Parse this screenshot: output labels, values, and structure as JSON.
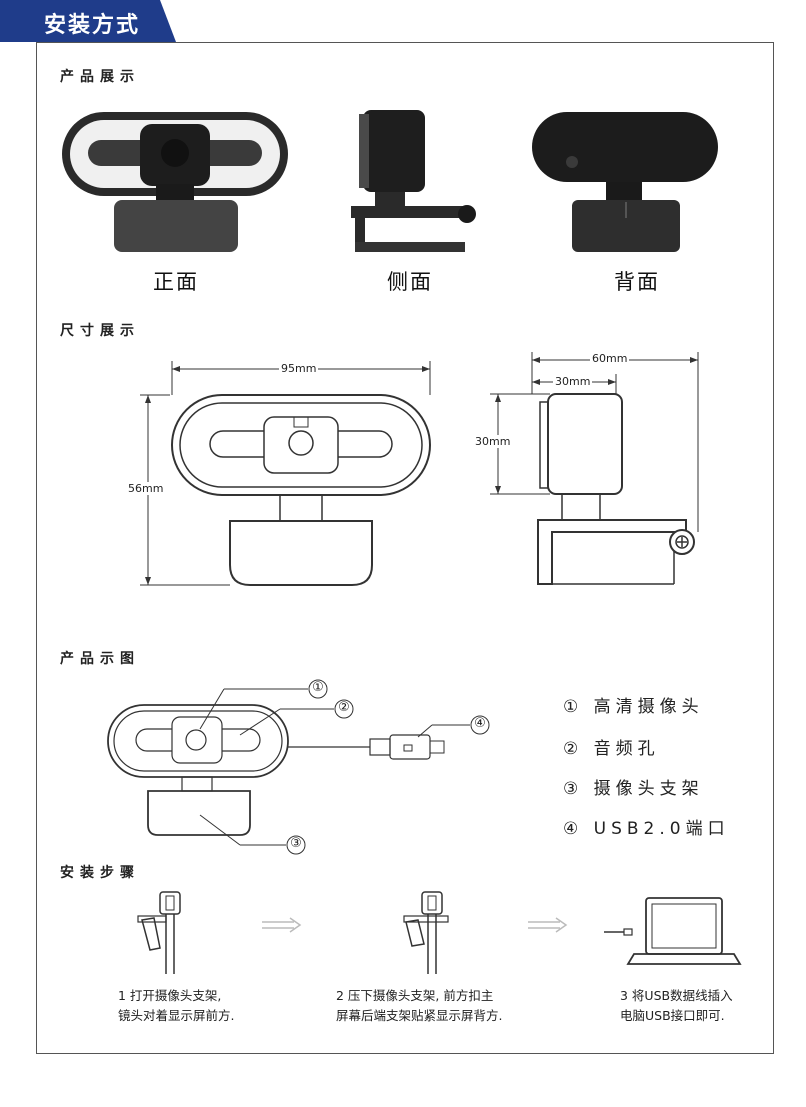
{
  "header": {
    "title": "安装方式"
  },
  "sections": {
    "display": "产品展示",
    "size": "尺寸展示",
    "diagram": "产品示图",
    "steps": "安装步骤"
  },
  "views": {
    "front": "正面",
    "side": "侧面",
    "back": "背面"
  },
  "dimensions": {
    "width": "95mm",
    "height": "56mm",
    "depth": "60mm",
    "lens_depth": "30mm",
    "lens_height": "30mm"
  },
  "callouts": [
    "①",
    "②",
    "③",
    "④"
  ],
  "legend": [
    {
      "num": "①",
      "label": "高清摄像头"
    },
    {
      "num": "②",
      "label": "音频孔"
    },
    {
      "num": "③",
      "label": "摄像头支架"
    },
    {
      "num": "④",
      "label": "USB2.0端口"
    }
  ],
  "steps": [
    {
      "line1": "1 打开摄像头支架,",
      "line2": "镜头对着显示屏前方."
    },
    {
      "line1": "2 压下摄像头支架, 前方扣主",
      "line2": "屏幕后端支架贴紧显示屏背方."
    },
    {
      "line1": "3 将USB数据线插入",
      "line2": "电脑USB接口即可."
    }
  ]
}
